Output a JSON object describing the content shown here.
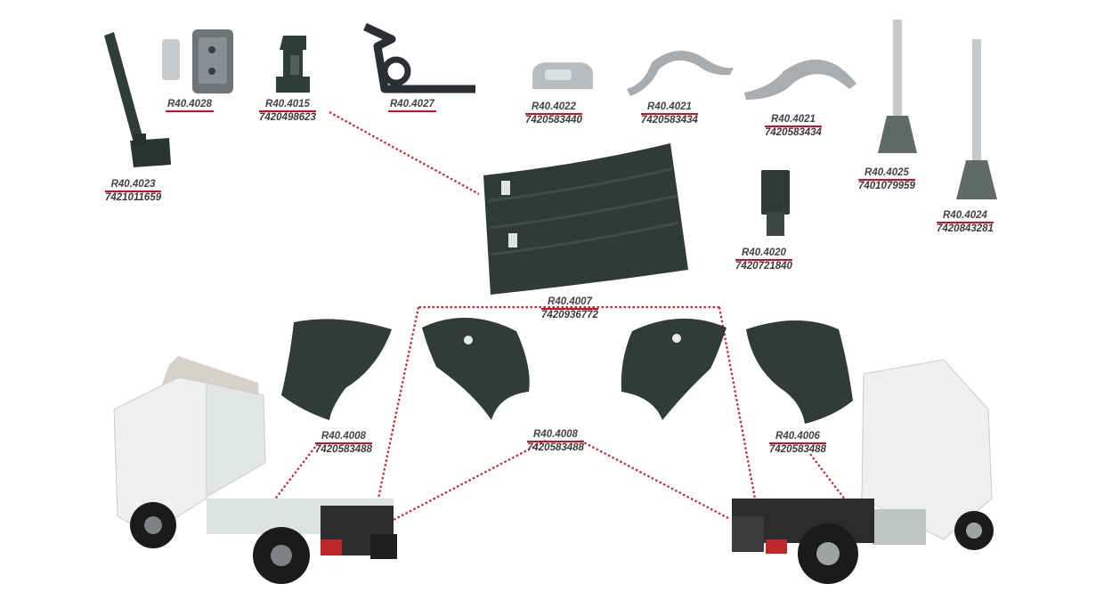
{
  "labels": [
    {
      "id": "r40-4023",
      "ref": "R40.4023",
      "num": "7421011659"
    },
    {
      "id": "r40-4028",
      "ref": "R40.4028",
      "num": ""
    },
    {
      "id": "r40-4015",
      "ref": "R40.4015",
      "num": "7420498623"
    },
    {
      "id": "r40-4027",
      "ref": "R40.4027",
      "num": ""
    },
    {
      "id": "r40-4022",
      "ref": "R40.4022",
      "num": "7420583440"
    },
    {
      "id": "r40-4021a",
      "ref": "R40.4021",
      "num": "7420583434"
    },
    {
      "id": "r40-4021b",
      "ref": "R40.4021",
      "num": "7420583434"
    },
    {
      "id": "r40-4025",
      "ref": "R40.4025",
      "num": "7401079959"
    },
    {
      "id": "r40-4024",
      "ref": "R40.4024",
      "num": "7420843281"
    },
    {
      "id": "r40-4020",
      "ref": "R40.4020",
      "num": "7420721840"
    },
    {
      "id": "r40-4007",
      "ref": "R40.4007",
      "num": "7420936772"
    },
    {
      "id": "r40-4008a",
      "ref": "R40.4008",
      "num": "7420583488"
    },
    {
      "id": "r40-4008b",
      "ref": "R40.4008",
      "num": "7420583488"
    },
    {
      "id": "r40-4006",
      "ref": "R40.4006",
      "num": "7420583488"
    }
  ],
  "colors": {
    "leader": "#c0272d",
    "part": "#2e3b38",
    "metal": "#b8bcbf",
    "truck": "#eef0f0",
    "tire": "#1b1b1b"
  }
}
